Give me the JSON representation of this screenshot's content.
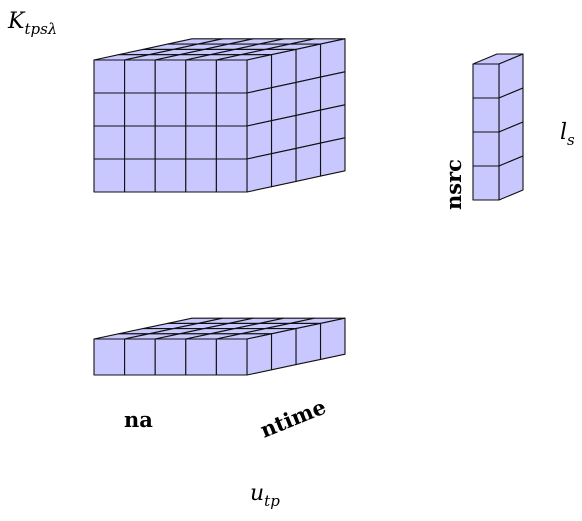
{
  "labels": {
    "tensor_k": {
      "base": "K",
      "sub": "tpsλ"
    },
    "vector_l": {
      "base": "l",
      "sub": "s"
    },
    "matrix_u": {
      "base": "u",
      "sub": "tp"
    }
  },
  "dimension_labels": {
    "nsrc": "nsrc",
    "na": "na",
    "ntime": "ntime"
  },
  "colors": {
    "front_face": "#c8c8ff",
    "top_face": "#c8c8ff",
    "side_face": "#c8c8ff",
    "edge": "#111111"
  }
}
